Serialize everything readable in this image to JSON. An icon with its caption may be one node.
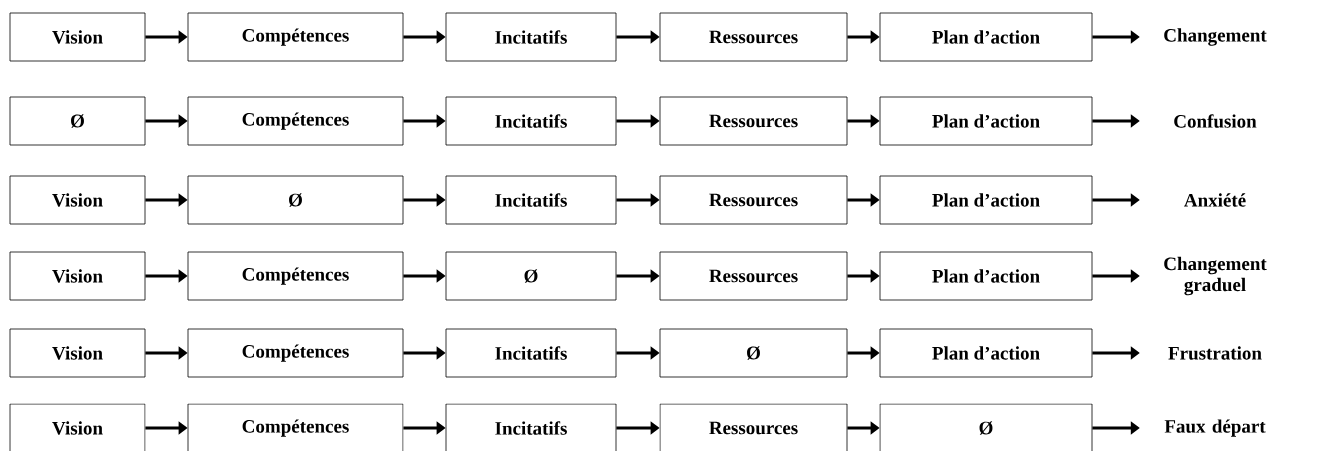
{
  "diagram": {
    "nodes": [
      {
        "text": [
          "Vision"
        ]
      },
      {
        "text": [
          "Compétences"
        ]
      },
      {
        "text": [
          "Incitatifs"
        ]
      },
      {
        "text": [
          "Ressources"
        ]
      },
      {
        "text": [
          "Plan d’action"
        ]
      },
      {
        "text": [
          "Changement"
        ]
      },
      {
        "text": [
          "Ø"
        ]
      },
      {
        "text": [
          "Compétences"
        ]
      },
      {
        "text": [
          "Incitatifs"
        ]
      },
      {
        "text": [
          "Ressources"
        ]
      },
      {
        "text": [
          "Plan d’action"
        ]
      },
      {
        "text": [
          "Confusion"
        ]
      },
      {
        "text": [
          "Vision"
        ]
      },
      {
        "text": [
          "Ø"
        ]
      },
      {
        "text": [
          "Incitatifs"
        ]
      },
      {
        "text": [
          "Ressources"
        ]
      },
      {
        "text": [
          "Plan d’action"
        ]
      },
      {
        "text": [
          "Anxiété"
        ]
      },
      {
        "text": [
          "Vision"
        ]
      },
      {
        "text": [
          "Compétences"
        ]
      },
      {
        "text": [
          "Ø"
        ]
      },
      {
        "text": [
          "Ressources"
        ]
      },
      {
        "text": [
          "Plan d’action"
        ]
      },
      {
        "text": [
          "Changement graduel"
        ]
      },
      {
        "text": [
          "Vision"
        ]
      },
      {
        "text": [
          "Compétences"
        ]
      },
      {
        "text": [
          "Incitatifs"
        ]
      },
      {
        "text": [
          "Ø"
        ]
      },
      {
        "text": [
          "Plan d’action"
        ]
      },
      {
        "text": [
          "Frustration"
        ]
      },
      {
        "text": [
          "Vision"
        ]
      },
      {
        "text": [
          "Compétences"
        ]
      },
      {
        "text": [
          "Incitatifs"
        ]
      },
      {
        "text": [
          "Ressources"
        ]
      },
      {
        "text": [
          "Ø"
        ]
      },
      {
        "text": [
          "Faux départ"
        ]
      }
    ],
    "edges": [
      {
        "from": 0,
        "to": 1,
        "arrow": "to"
      },
      {
        "from": 1,
        "to": 2,
        "arrow": "to"
      },
      {
        "from": 2,
        "to": 3,
        "arrow": "to"
      },
      {
        "from": 3,
        "to": 4,
        "arrow": "to"
      },
      {
        "from": 4,
        "to": 5,
        "arrow": "to"
      },
      {
        "from": 6,
        "to": 7,
        "arrow": "to"
      },
      {
        "from": 7,
        "to": 8,
        "arrow": "to"
      },
      {
        "from": 8,
        "to": 9,
        "arrow": "to"
      },
      {
        "from": 9,
        "to": 10,
        "arrow": "to"
      },
      {
        "from": 10,
        "to": 11,
        "arrow": "to"
      },
      {
        "from": 12,
        "to": 13,
        "arrow": "to"
      },
      {
        "from": 13,
        "to": 14,
        "arrow": "to"
      },
      {
        "from": 14,
        "to": 15,
        "arrow": "to"
      },
      {
        "from": 15,
        "to": 16,
        "arrow": "to"
      },
      {
        "from": 16,
        "to": 17,
        "arrow": "to"
      },
      {
        "from": 18,
        "to": 19,
        "arrow": "to"
      },
      {
        "from": 19,
        "to": 20,
        "arrow": "to"
      },
      {
        "from": 20,
        "to": 21,
        "arrow": "to"
      },
      {
        "from": 21,
        "to": 22,
        "arrow": "to"
      },
      {
        "from": 22,
        "to": 23,
        "arrow": "to"
      },
      {
        "from": 24,
        "to": 25,
        "arrow": "to"
      },
      {
        "from": 25,
        "to": 26,
        "arrow": "to"
      },
      {
        "from": 26,
        "to": 27,
        "arrow": "to"
      },
      {
        "from": 27,
        "to": 28,
        "arrow": "to"
      },
      {
        "from": 28,
        "to": 29,
        "arrow": "to"
      },
      {
        "from": 30,
        "to": 31,
        "arrow": "to"
      },
      {
        "from": 31,
        "to": 32,
        "arrow": "to"
      },
      {
        "from": 32,
        "to": 33,
        "arrow": "to"
      },
      {
        "from": 33,
        "to": 34,
        "arrow": "to"
      },
      {
        "from": 34,
        "to": 35,
        "arrow": "to"
      }
    ]
  }
}
